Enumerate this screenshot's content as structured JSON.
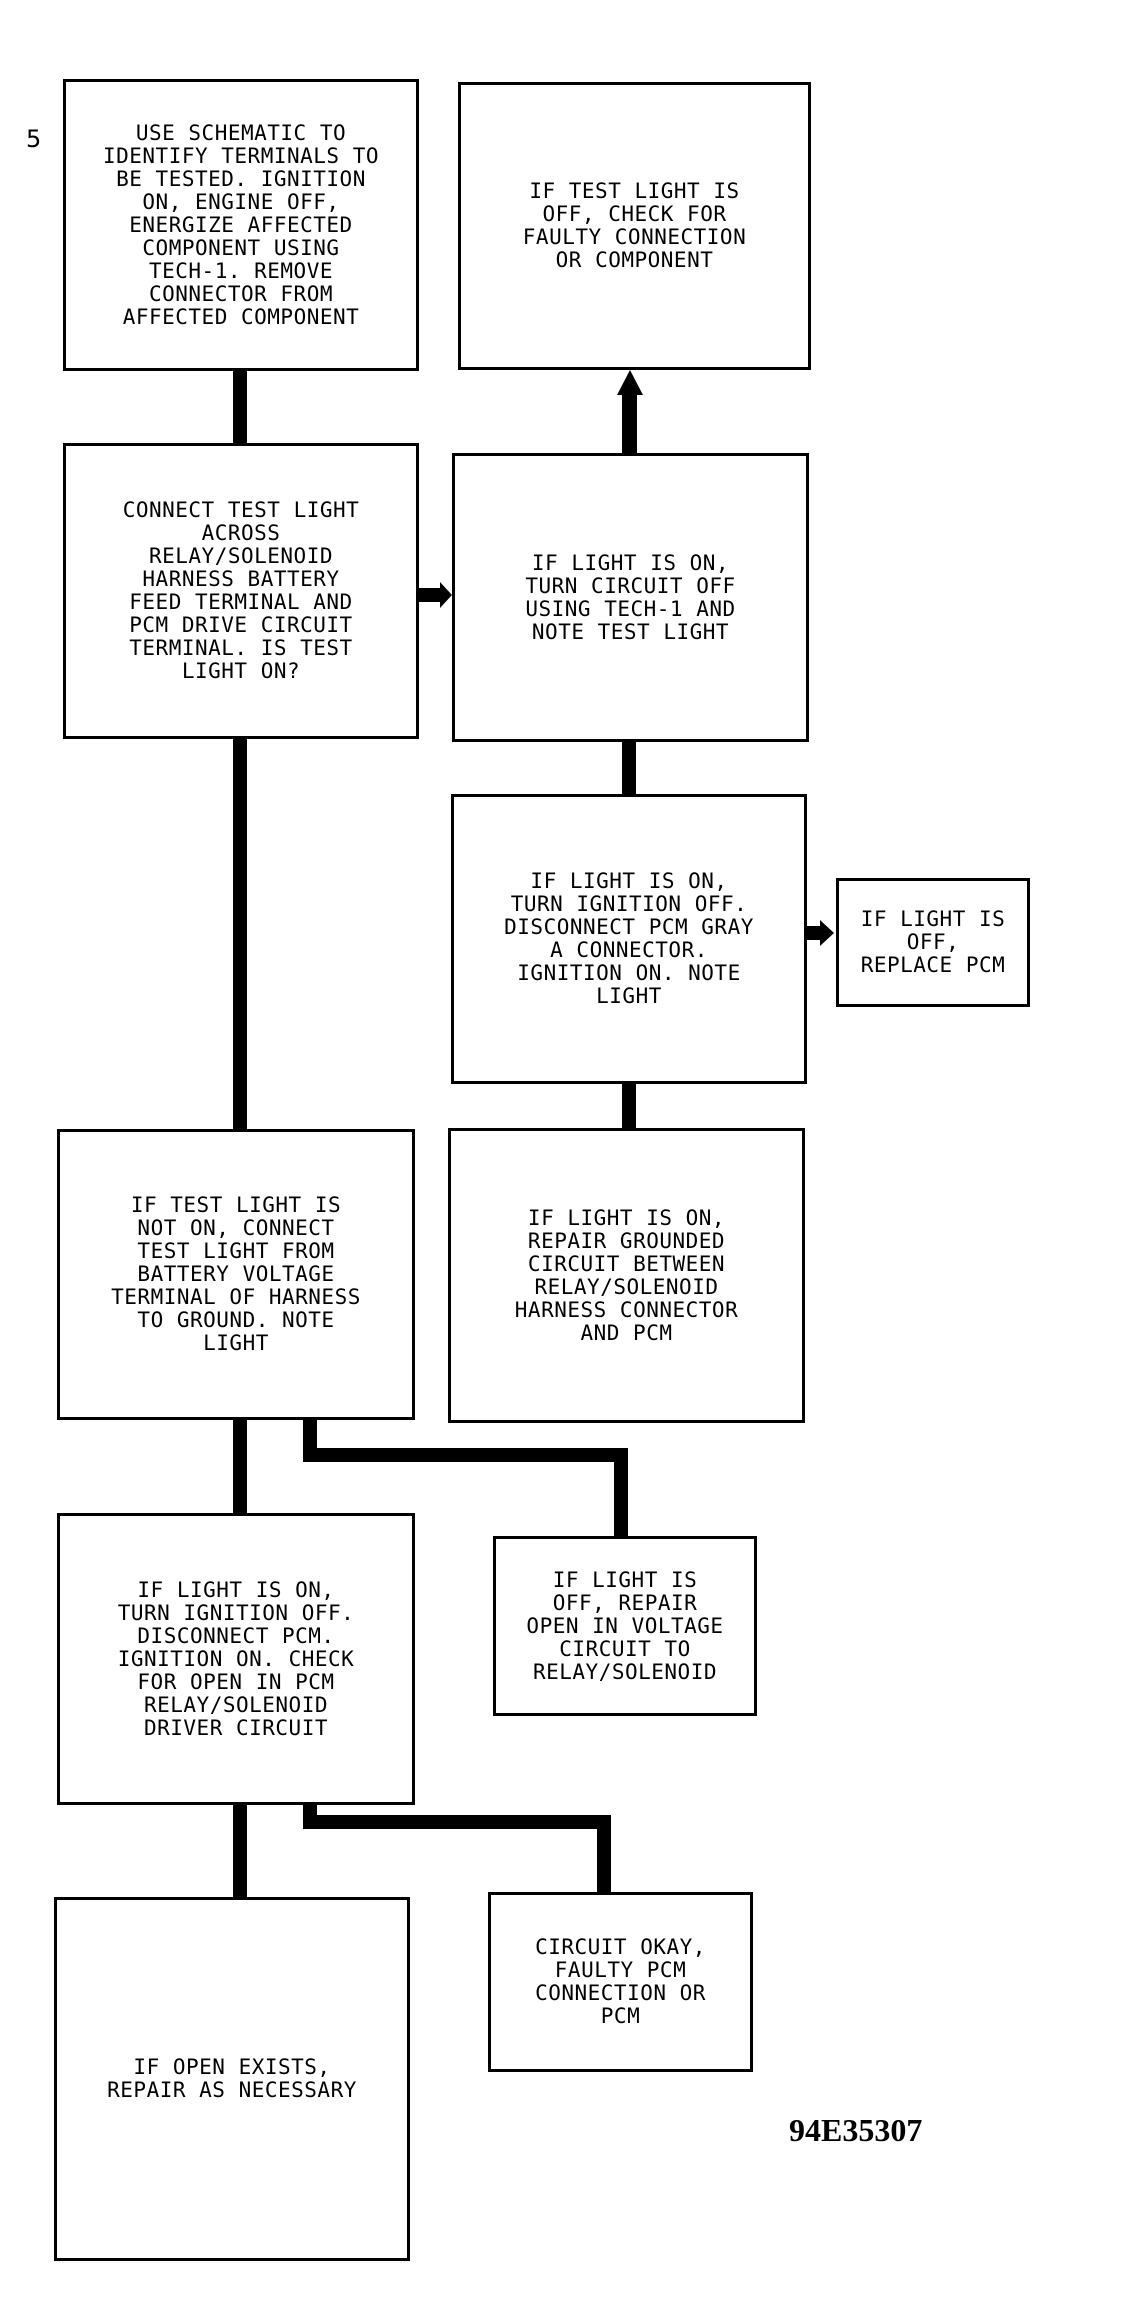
{
  "step_number": "5",
  "figure_id": "94E35307",
  "boxes": {
    "b1": "USE SCHEMATIC TO\nIDENTIFY TERMINALS TO\nBE TESTED. IGNITION\nON, ENGINE OFF,\nENERGIZE AFFECTED\nCOMPONENT USING\nTECH-1. REMOVE\nCONNECTOR FROM\nAFFECTED COMPONENT",
    "b2": "IF TEST LIGHT IS\nOFF, CHECK FOR\nFAULTY CONNECTION\nOR COMPONENT",
    "b3": "CONNECT TEST LIGHT\nACROSS\nRELAY/SOLENOID\nHARNESS BATTERY\nFEED TERMINAL AND\nPCM DRIVE CIRCUIT\nTERMINAL. IS TEST\nLIGHT ON?",
    "b4": "IF LIGHT IS ON,\nTURN CIRCUIT OFF\nUSING TECH-1 AND\nNOTE TEST LIGHT",
    "b5": "IF LIGHT IS ON,\nTURN IGNITION OFF.\nDISCONNECT PCM GRAY\nA CONNECTOR.\nIGNITION ON. NOTE\nLIGHT",
    "b6": "IF LIGHT IS\nOFF,\nREPLACE PCM",
    "b7": "IF LIGHT IS ON,\nREPAIR GROUNDED\nCIRCUIT BETWEEN\nRELAY/SOLENOID\nHARNESS CONNECTOR\nAND PCM",
    "b8": "IF TEST LIGHT IS\nNOT ON, CONNECT\nTEST LIGHT FROM\nBATTERY VOLTAGE\nTERMINAL OF HARNESS\nTO GROUND. NOTE\nLIGHT",
    "b9": "IF LIGHT IS ON,\nTURN IGNITION OFF.\nDISCONNECT PCM.\nIGNITION ON. CHECK\nFOR OPEN IN PCM\nRELAY/SOLENOID\nDRIVER CIRCUIT",
    "b10": "IF LIGHT IS\nOFF, REPAIR\nOPEN IN VOLTAGE\nCIRCUIT TO\nRELAY/SOLENOID",
    "b11": "IF OPEN EXISTS,\nREPAIR AS NECESSARY",
    "b12": "CIRCUIT OKAY,\nFAULTY PCM\nCONNECTION OR\nPCM"
  }
}
